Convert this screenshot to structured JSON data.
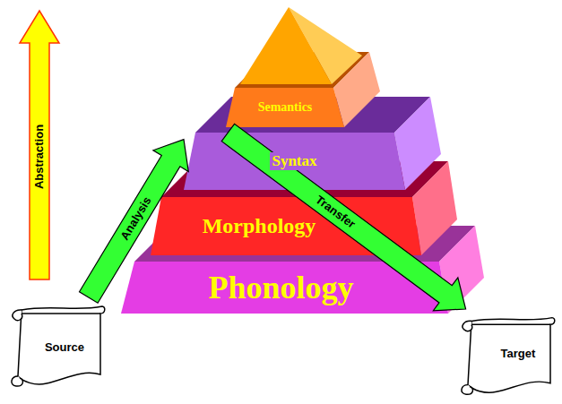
{
  "diagram": {
    "nodes": [
      {
        "text": [
          "Semantics"
        ]
      },
      {
        "text": [
          "Syntax"
        ]
      },
      {
        "text": [
          "Morphology"
        ]
      },
      {
        "text": [
          "Phonology"
        ]
      },
      {
        "text": [
          "Source"
        ]
      },
      {
        "text": [
          "Target"
        ]
      }
    ],
    "edges": [
      {
        "from": 4,
        "to": 1,
        "arrow": "to",
        "label": "Analysis"
      },
      {
        "from": 1,
        "to": 5,
        "arrow": "to",
        "label": "Transfer"
      }
    ],
    "labels": [
      "Abstraction"
    ]
  }
}
